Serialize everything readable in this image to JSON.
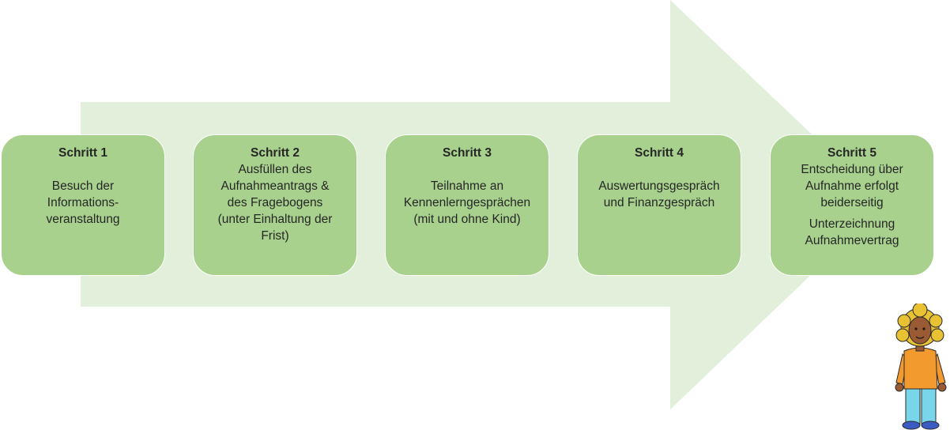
{
  "steps": [
    {
      "title": "Schritt 1",
      "lines": [
        "Besuch der Informations-veranstaltung"
      ]
    },
    {
      "title": "Schritt 2",
      "lines": [
        "Ausfüllen des Aufnahmeantrags & des Fragebogens (unter Einhaltung der Frist)"
      ]
    },
    {
      "title": "Schritt 3",
      "lines": [
        "Teilnahme an Kennenlerngesprächen (mit und ohne Kind)"
      ]
    },
    {
      "title": "Schritt 4",
      "lines": [
        "Auswertungsgespräch und Finanzgespräch"
      ]
    },
    {
      "title": "Schritt 5",
      "lines": [
        "Entscheidung über Aufnahme erfolgt beiderseitig",
        "Unterzeichnung Aufnahmevertrag"
      ]
    }
  ],
  "colors": {
    "arrow": "#e2efda",
    "step_fill": "#a9d18e",
    "text": "#262626"
  },
  "illustration": "child-illustration"
}
